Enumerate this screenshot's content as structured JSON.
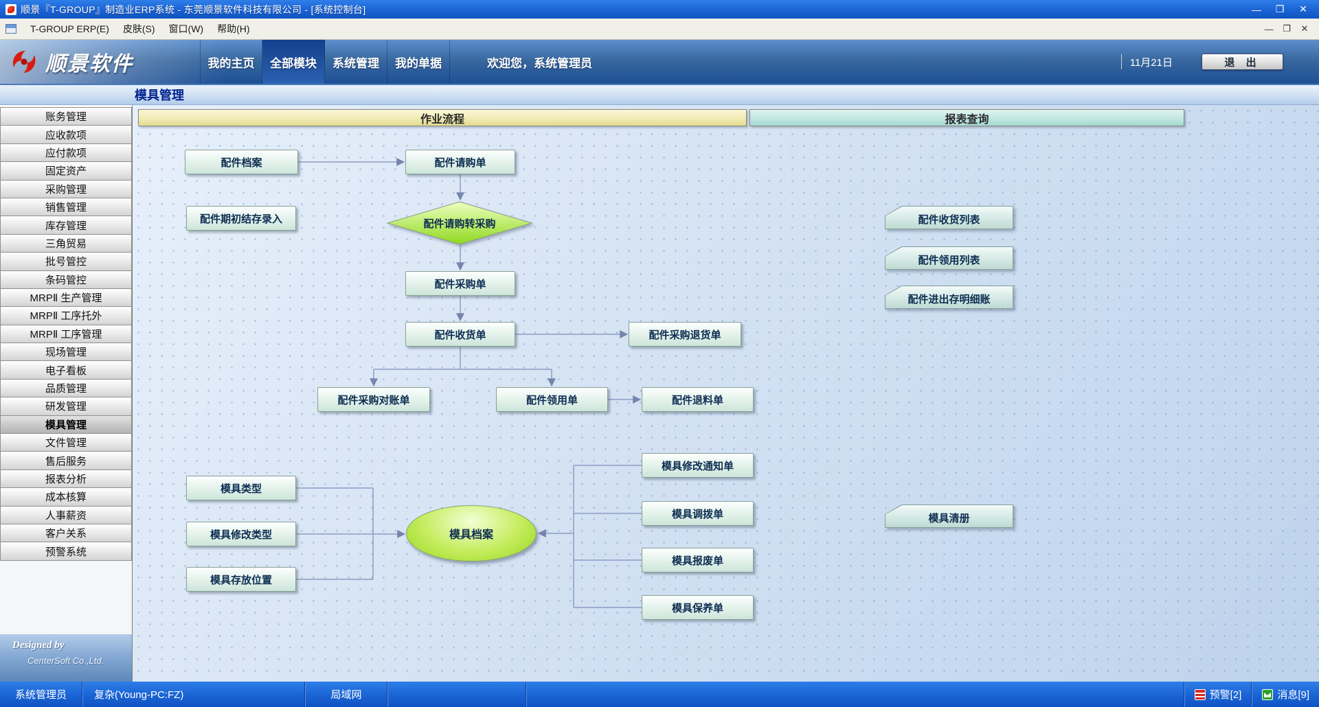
{
  "window": {
    "title": "顺景『T-GROUP』制造业ERP系统 - 东莞顺景软件科技有限公司 - [系统控制台]",
    "controls": {
      "minimize": "—",
      "maximize": "❐",
      "close": "✕"
    }
  },
  "menubar": {
    "items": [
      "T-GROUP ERP(E)",
      "皮肤(S)",
      "窗口(W)",
      "帮助(H)"
    ],
    "controls": {
      "minimize": "—",
      "restore": "❐",
      "close": "✕"
    }
  },
  "header": {
    "logo_text": "顺景软件",
    "tabs": [
      "我的主页",
      "全部模块",
      "系统管理",
      "我的单据"
    ],
    "selected_tab": "全部模块",
    "welcome": "欢迎您，系统管理员",
    "date": "11月21日",
    "exit_label": "退 出"
  },
  "page": {
    "title": "模具管理"
  },
  "sidebar": {
    "items": [
      "账务管理",
      "应收款项",
      "应付款项",
      "固定资产",
      "采购管理",
      "销售管理",
      "库存管理",
      "三角贸易",
      "批号管控",
      "条码管控",
      "MRPⅡ 生产管理",
      "MRPⅡ 工序托外",
      "MRPⅡ 工序管理",
      "现场管理",
      "电子看板",
      "品质管理",
      "研发管理",
      "模具管理",
      "文件管理",
      "售后服务",
      "报表分析",
      "成本核算",
      "人事薪资",
      "客户关系",
      "预警系统"
    ],
    "selected": "模具管理",
    "footer_line1": "Designed by",
    "footer_line2": "CenterSoft Co.,Ltd."
  },
  "flow": {
    "section_headers": [
      "作业流程",
      "报表查询"
    ],
    "nodes": [
      {
        "label": "配件档案",
        "type": "process"
      },
      {
        "label": "配件请购单",
        "type": "process"
      },
      {
        "label": "配件期初结存录入",
        "type": "process"
      },
      {
        "label": "配件请购转采购",
        "type": "decision"
      },
      {
        "label": "配件采购单",
        "type": "process"
      },
      {
        "label": "配件收货单",
        "type": "process"
      },
      {
        "label": "配件采购退货单",
        "type": "process"
      },
      {
        "label": "配件采购对账单",
        "type": "process"
      },
      {
        "label": "配件领用单",
        "type": "process"
      },
      {
        "label": "配件退料单",
        "type": "process"
      },
      {
        "label": "配件收货列表",
        "type": "report"
      },
      {
        "label": "配件领用列表",
        "type": "report"
      },
      {
        "label": "配件进出存明细账",
        "type": "report"
      },
      {
        "label": "模具类型",
        "type": "process"
      },
      {
        "label": "模具修改类型",
        "type": "process"
      },
      {
        "label": "模具存放位置",
        "type": "process"
      },
      {
        "label": "模具档案",
        "type": "entity"
      },
      {
        "label": "模具修改通知单",
        "type": "process"
      },
      {
        "label": "模具调拨单",
        "type": "process"
      },
      {
        "label": "模具报废单",
        "type": "process"
      },
      {
        "label": "模具保养单",
        "type": "process"
      },
      {
        "label": "模具清册",
        "type": "report"
      }
    ]
  },
  "statusbar": {
    "user": "系统管理员",
    "workstation": "复杂(Young-PC:FZ)",
    "network": "局域网",
    "alerts": "预警[2]",
    "messages": "消息[9]"
  },
  "colors": {
    "titlebar_blue": "#1a63d4",
    "decision_green": "#8fd820",
    "box_teal": "#cde5da"
  }
}
